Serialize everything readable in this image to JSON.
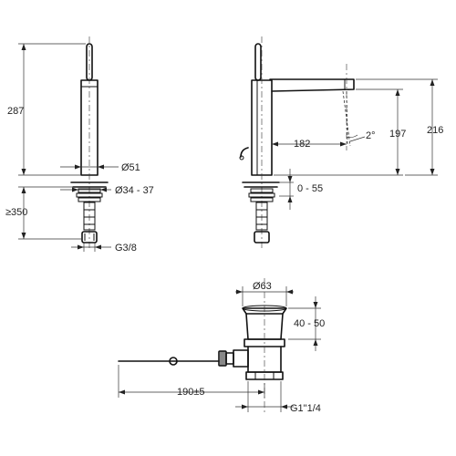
{
  "dimensions": {
    "front_height": "287",
    "front_body_dia": "Ø51",
    "front_hole_dia": "Ø34 - 37",
    "deck_thickness_max": "≥350",
    "thread": "G3/8",
    "side_reach": "182",
    "spout_angle": "2°",
    "side_spout_height": "197",
    "side_total_height": "216",
    "deck_range": "0 - 55",
    "waste_top_dia": "Ø63",
    "waste_height_range": "40 - 50",
    "rod_length": "190±5",
    "waste_thread": "G1\"1/4"
  }
}
